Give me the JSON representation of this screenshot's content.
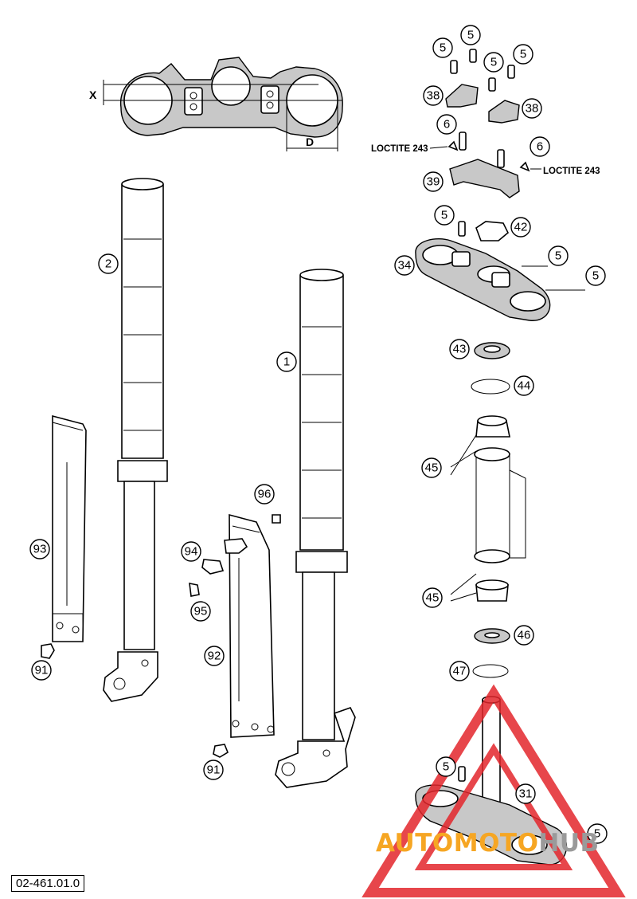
{
  "diagram": {
    "code": "02-461.01.0",
    "dimensions": {
      "x": "X",
      "d": "D"
    },
    "notes": {
      "loctite_left": "LOCTITE 243",
      "loctite_right": "LOCTITE 243"
    },
    "callouts": {
      "c1": "1",
      "c2": "2",
      "c5a": "5",
      "c5b": "5",
      "c5c": "5",
      "c5d": "5",
      "c5e": "5",
      "c5f": "5",
      "c5g": "5",
      "c5h": "5",
      "c5i": "5",
      "c6a": "6",
      "c6b": "6",
      "c31": "31",
      "c34": "34",
      "c38a": "38",
      "c38b": "38",
      "c39": "39",
      "c42": "42",
      "c43": "43",
      "c44": "44",
      "c45a": "45",
      "c45b": "45",
      "c46": "46",
      "c47": "47",
      "c91a": "91",
      "c91b": "91",
      "c92": "92",
      "c93": "93",
      "c94": "94",
      "c95": "95",
      "c96": "96"
    }
  },
  "watermark": {
    "part1": "AUTO",
    "part2": "MOTO",
    "part3": "HUB",
    "colors": {
      "orange": "#f6a623",
      "gray": "#9a9a9a",
      "red": "#e3262b"
    }
  }
}
